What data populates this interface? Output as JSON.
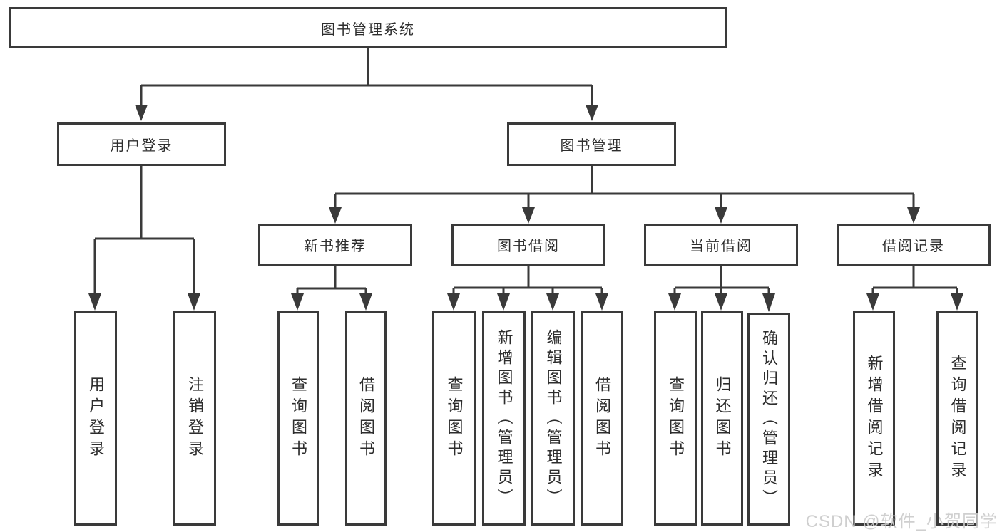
{
  "tree": {
    "root": {
      "label": "图书管理系统"
    },
    "branches": [
      {
        "label": "用户登录",
        "children": [
          {
            "label": "用户登录"
          },
          {
            "label": "注销登录"
          }
        ]
      },
      {
        "label": "图书管理",
        "children": [
          {
            "label": "新书推荐",
            "children": [
              {
                "label": "查询图书"
              },
              {
                "label": "借阅图书"
              }
            ]
          },
          {
            "label": "图书借阅",
            "children": [
              {
                "label": "查询图书"
              },
              {
                "label": "新增图书（管理员）"
              },
              {
                "label": "编辑图书（管理员）"
              },
              {
                "label": "借阅图书"
              }
            ]
          },
          {
            "label": "当前借阅",
            "children": [
              {
                "label": "查询图书"
              },
              {
                "label": "归还图书"
              },
              {
                "label": "确认归还（管理员）"
              }
            ]
          },
          {
            "label": "借阅记录",
            "children": [
              {
                "label": "新增借阅记录"
              },
              {
                "label": "查询借阅记录"
              }
            ]
          }
        ]
      }
    ]
  },
  "watermark": {
    "text": "CSDN @软件_小贺同学"
  },
  "colors": {
    "line": "#3a3a3a",
    "text": "#2d2d2d",
    "background": "#ffffff",
    "watermark": "#cbcbcb"
  }
}
